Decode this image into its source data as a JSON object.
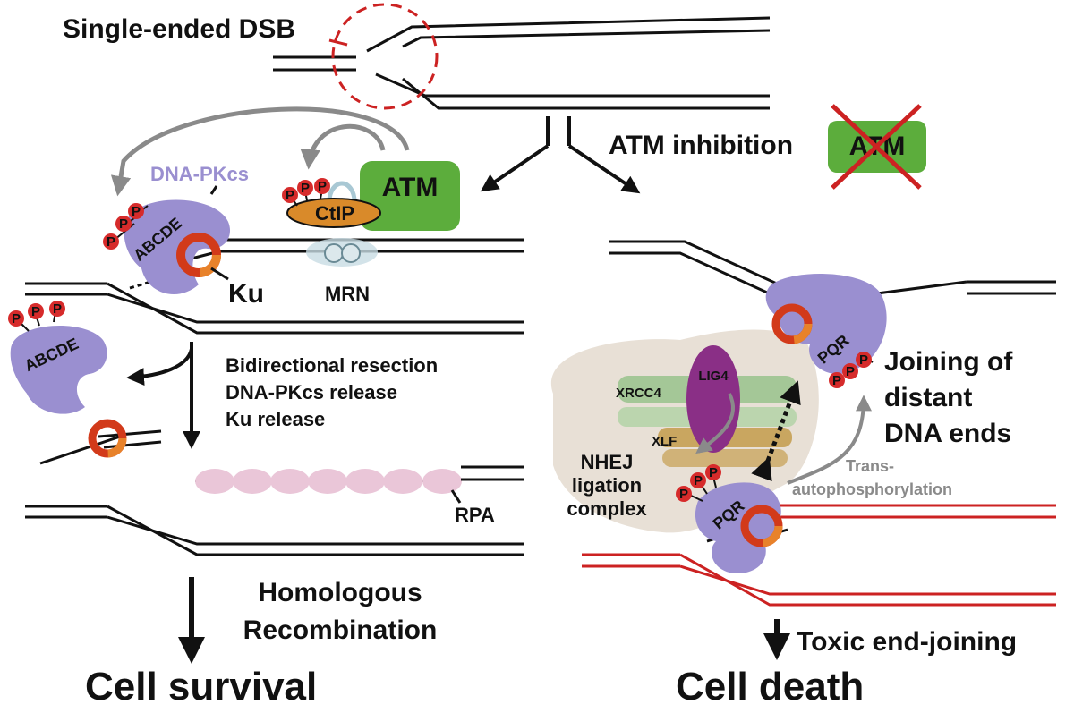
{
  "labels": {
    "single_ended_dsb": "Single-ended DSB",
    "atm_inhibition": "ATM inhibition",
    "atm": "ATM",
    "dna_pkcs": "DNA-PKcs",
    "ctip": "CtIP",
    "mrn": "MRN",
    "ku": "Ku",
    "abcde": "ABCDE",
    "pqr": "PQR",
    "phospho": "P",
    "resection_steps": [
      "Bidirectional resection",
      "DNA-PKcs release",
      "Ku release"
    ],
    "rpa": "RPA",
    "hr_line1": "Homologous",
    "hr_line2": "Recombination",
    "cell_survival": "Cell survival",
    "lig4": "LIG4",
    "xrcc4": "XRCC4",
    "xlf": "XLF",
    "nhej_line1": "NHEJ",
    "nhej_line2": "ligation",
    "nhej_line3": "complex",
    "joining_line1": "Joining of",
    "joining_line2": "distant",
    "joining_line3": "DNA ends",
    "trans_line1": "Trans-",
    "trans_line2": "autophosphorylation",
    "toxic": "Toxic end-joining",
    "cell_death": "Cell death"
  },
  "colors": {
    "dna": "#111111",
    "dna_toxic": "#cc2222",
    "dna_pkcs": "#9a8fd0",
    "atm": "#5cad3c",
    "ctip": "#d98a2a",
    "phospho": "#d62b2b",
    "ku_outer": "#d23a1a",
    "ku_inner": "#e8822a",
    "mrn": "#a9c8d4",
    "rpa": "#eac6d8",
    "lig4": "#8a2f86",
    "xrcc4": "#9cc490",
    "xlf": "#c9a660",
    "complex_bg": "#e8e0d6",
    "arrow_grey": "#8a8a8a",
    "dsb_circle": "#cc2222"
  },
  "icons": [
    "dsb-circle-icon",
    "ku-ring-icon",
    "mrn-icon",
    "phospho-icon",
    "atm-crossed-icon"
  ]
}
